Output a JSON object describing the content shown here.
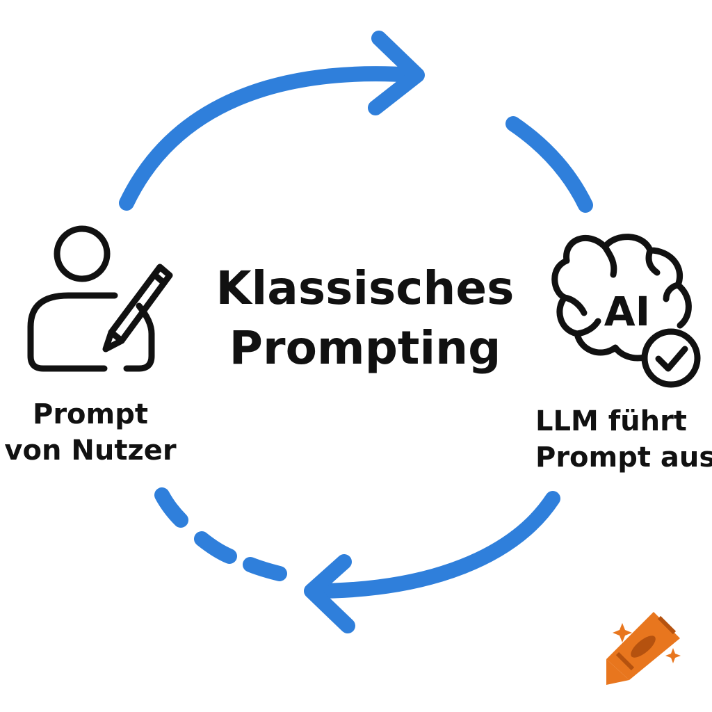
{
  "diagram": {
    "title_lines": [
      "Klassisches",
      "Prompting"
    ],
    "user_node": {
      "icon": "user-writing-icon",
      "label_lines": [
        "Prompt",
        "von Nutzer"
      ]
    },
    "llm_node": {
      "icon": "ai-brain-check-icon",
      "icon_text": "AI",
      "label_lines": [
        "LLM führt",
        "Prompt aus"
      ]
    },
    "colors": {
      "cycle_arrow": "#2F7FDB",
      "ink": "#111111",
      "crayon_orange": "#E8761E",
      "crayon_dark": "#B5520F",
      "sparkle": "#E8761E"
    },
    "decor_icon": "crayon-icon"
  }
}
